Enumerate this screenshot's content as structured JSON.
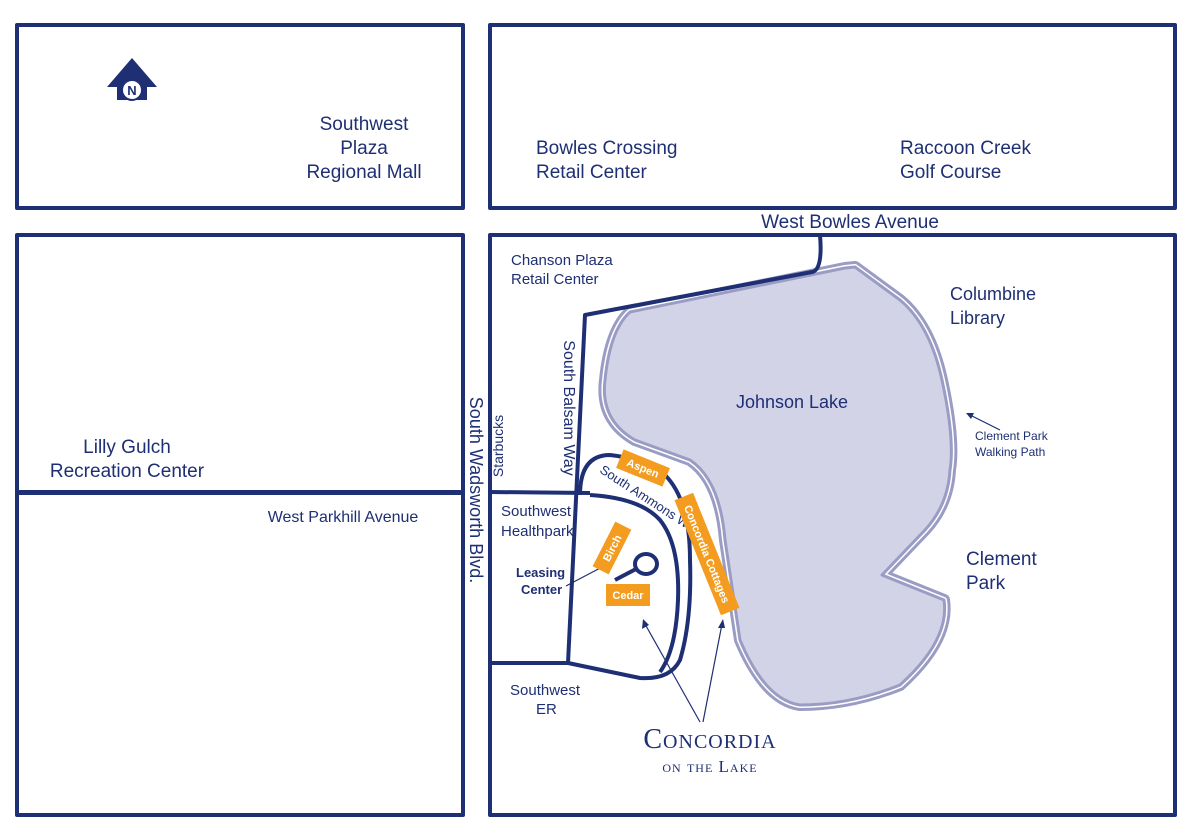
{
  "colors": {
    "road": "#1e2f73",
    "lake_fill": "#d3d3e8",
    "lake_edge": "#9a9cc4",
    "building": "#f39c1f",
    "background": "#ffffff"
  },
  "compass": {
    "icon": "north-arrow-icon",
    "letter": "N"
  },
  "streets": {
    "west_bowles": "West Bowles Avenue",
    "west_parkhill": "West Parkhill Avenue",
    "south_wadsworth": "South Wadsworth Blvd.",
    "south_balsam": "South Balsam Way",
    "south_ammons": "South Ammons Way"
  },
  "places": {
    "southwest_plaza": [
      "Southwest",
      "Plaza",
      "Regional Mall"
    ],
    "bowles_crossing": [
      "Bowles Crossing",
      "Retail Center"
    ],
    "raccoon_creek": [
      "Raccoon Creek",
      "Golf Course"
    ],
    "chanson_plaza": [
      "Chanson Plaza",
      "Retail Center"
    ],
    "columbine_library": [
      "Columbine",
      "Library"
    ],
    "johnson_lake": "Johnson Lake",
    "walking_path": [
      "Clement Park",
      "Walking Path"
    ],
    "lilly_gulch": [
      "Lilly Gulch",
      "Recreation Center"
    ],
    "starbucks": "Starbucks",
    "southwest_healthpark": [
      "Southwest",
      "Healthpark"
    ],
    "leasing_center": [
      "Leasing",
      "Center"
    ],
    "clement_park": [
      "Clement",
      "Park"
    ],
    "southwest_er": [
      "Southwest",
      "ER"
    ]
  },
  "buildings": {
    "aspen": "Aspen",
    "birch": "Birch",
    "cedar": "Cedar",
    "concordia_cottages": "Concordia Cottages"
  },
  "brand": {
    "name": "Concordia",
    "tagline": "on the Lake"
  }
}
